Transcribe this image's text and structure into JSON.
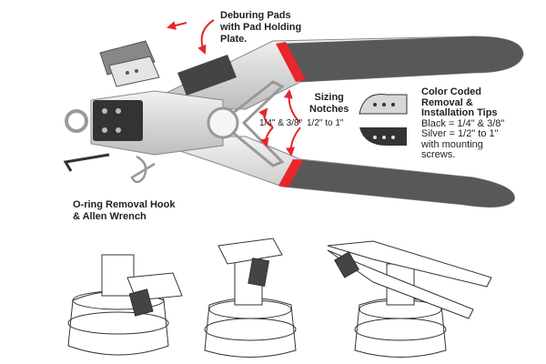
{
  "labels": {
    "deburring": [
      "Deburing Pads",
      "with Pad Holding",
      "Plate."
    ],
    "sizing": [
      "Sizing",
      "Notches"
    ],
    "small_size": "1/4\" & 3/8\"",
    "large_size": "1/2\" to 1\"",
    "tips_title": [
      "Color Coded",
      "Removal &",
      "Installation Tips"
    ],
    "tips_body": [
      "Black = 1/4\" & 3/8\"",
      "Silver = 1/2\" to 1\"",
      "with mounting",
      "screws."
    ],
    "oring": [
      "O-ring Removal Hook",
      "& Allen Wrench"
    ]
  },
  "colors": {
    "accent": "#e8262b",
    "handle": "#58585a",
    "metal": "#d8d8d8"
  }
}
